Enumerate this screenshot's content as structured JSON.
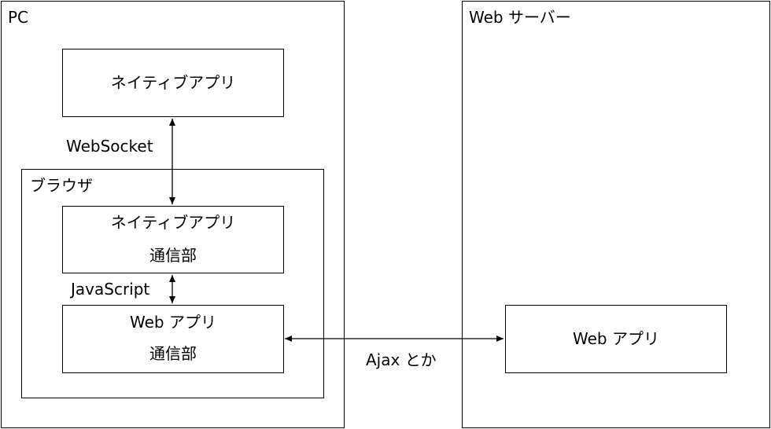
{
  "pc": {
    "label": "PC",
    "native_app": {
      "label": "ネイティブアプリ"
    },
    "websocket_label": "WebSocket",
    "browser": {
      "label": "ブラウザ",
      "native_comm": {
        "line1": "ネイティブアプリ",
        "line2": "通信部"
      },
      "javascript_label": "JavaScript",
      "web_app_comm": {
        "line1": "Web アプリ",
        "line2": "通信部"
      }
    }
  },
  "server": {
    "label": "Web サーバー",
    "web_app": {
      "label": "Web アプリ"
    }
  },
  "ajax_label": "Ajax とか",
  "colors": {
    "line": "#000000",
    "background": "#ffffff"
  }
}
